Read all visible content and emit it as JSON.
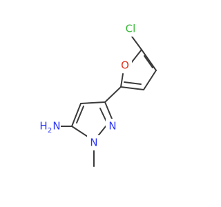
{
  "molecule": {
    "colors": {
      "bond": "#3a3a3a",
      "carbon_text": "#3a3a3a",
      "nitrogen": "#2b35f5",
      "oxygen": "#e0321e",
      "chlorine": "#36b936"
    },
    "labels": {
      "chlorine": "Cl",
      "oxygen": "O",
      "nitrogen_ring": "N",
      "nitrogen_methyl": "N",
      "amine_main": "H",
      "amine_sub": "2",
      "amine_n": "N"
    }
  }
}
